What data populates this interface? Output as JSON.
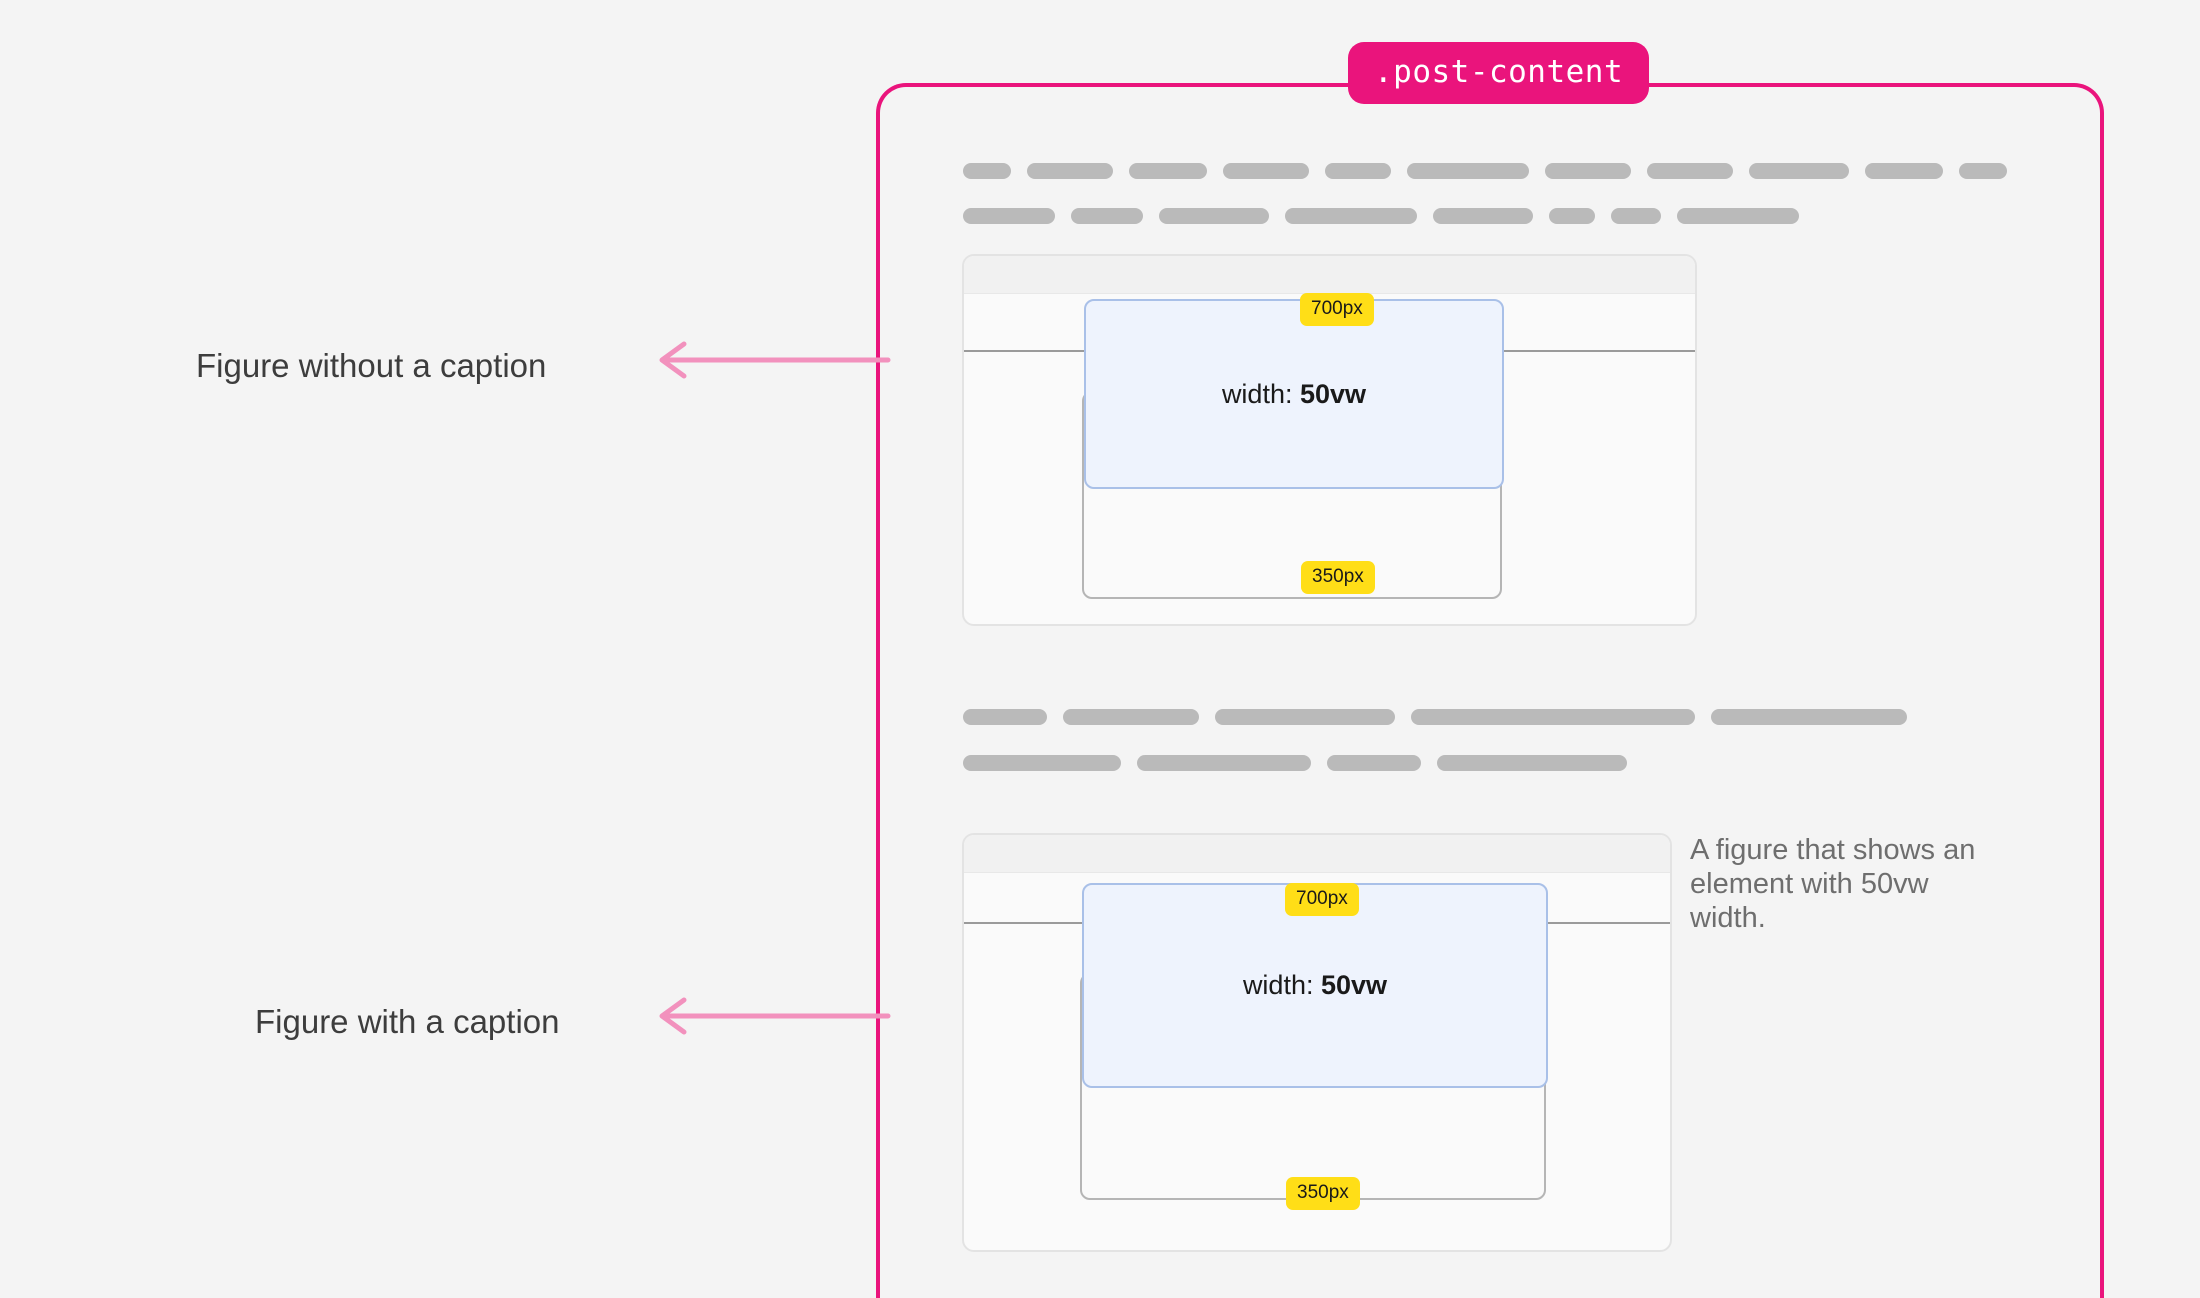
{
  "page": {
    "background": "#f4f4f4",
    "accent_pink": "#ea147c",
    "badge_yellow": "#ffde17",
    "blue_fill": "#eef3fd",
    "blue_border": "#a9c0e8"
  },
  "container": {
    "badge_label": ".post-content"
  },
  "annotations": [
    {
      "label": "Figure without a caption",
      "icon": "arrow-left-icon"
    },
    {
      "label": "Figure with a caption",
      "icon": "arrow-left-icon"
    }
  ],
  "paragraphs": [
    {
      "lines": [
        [
          48,
          86,
          78,
          86,
          66,
          122,
          86,
          86,
          100,
          78,
          48
        ],
        [
          92,
          72,
          110,
          132,
          100,
          46,
          50,
          122
        ]
      ]
    },
    {
      "lines": [
        [
          84,
          136,
          180,
          284,
          196
        ],
        [
          158,
          174,
          94,
          190
        ]
      ]
    }
  ],
  "figures": [
    {
      "name": "figure-without-caption",
      "width_badge": "700px",
      "height_badge": "350px",
      "element_label_prefix": "width: ",
      "element_label_value": "50vw",
      "caption": null
    },
    {
      "name": "figure-with-caption",
      "width_badge": "700px",
      "height_badge": "350px",
      "element_label_prefix": "width: ",
      "element_label_value": "50vw",
      "caption": "A figure that shows an element with 50vw width."
    }
  ]
}
